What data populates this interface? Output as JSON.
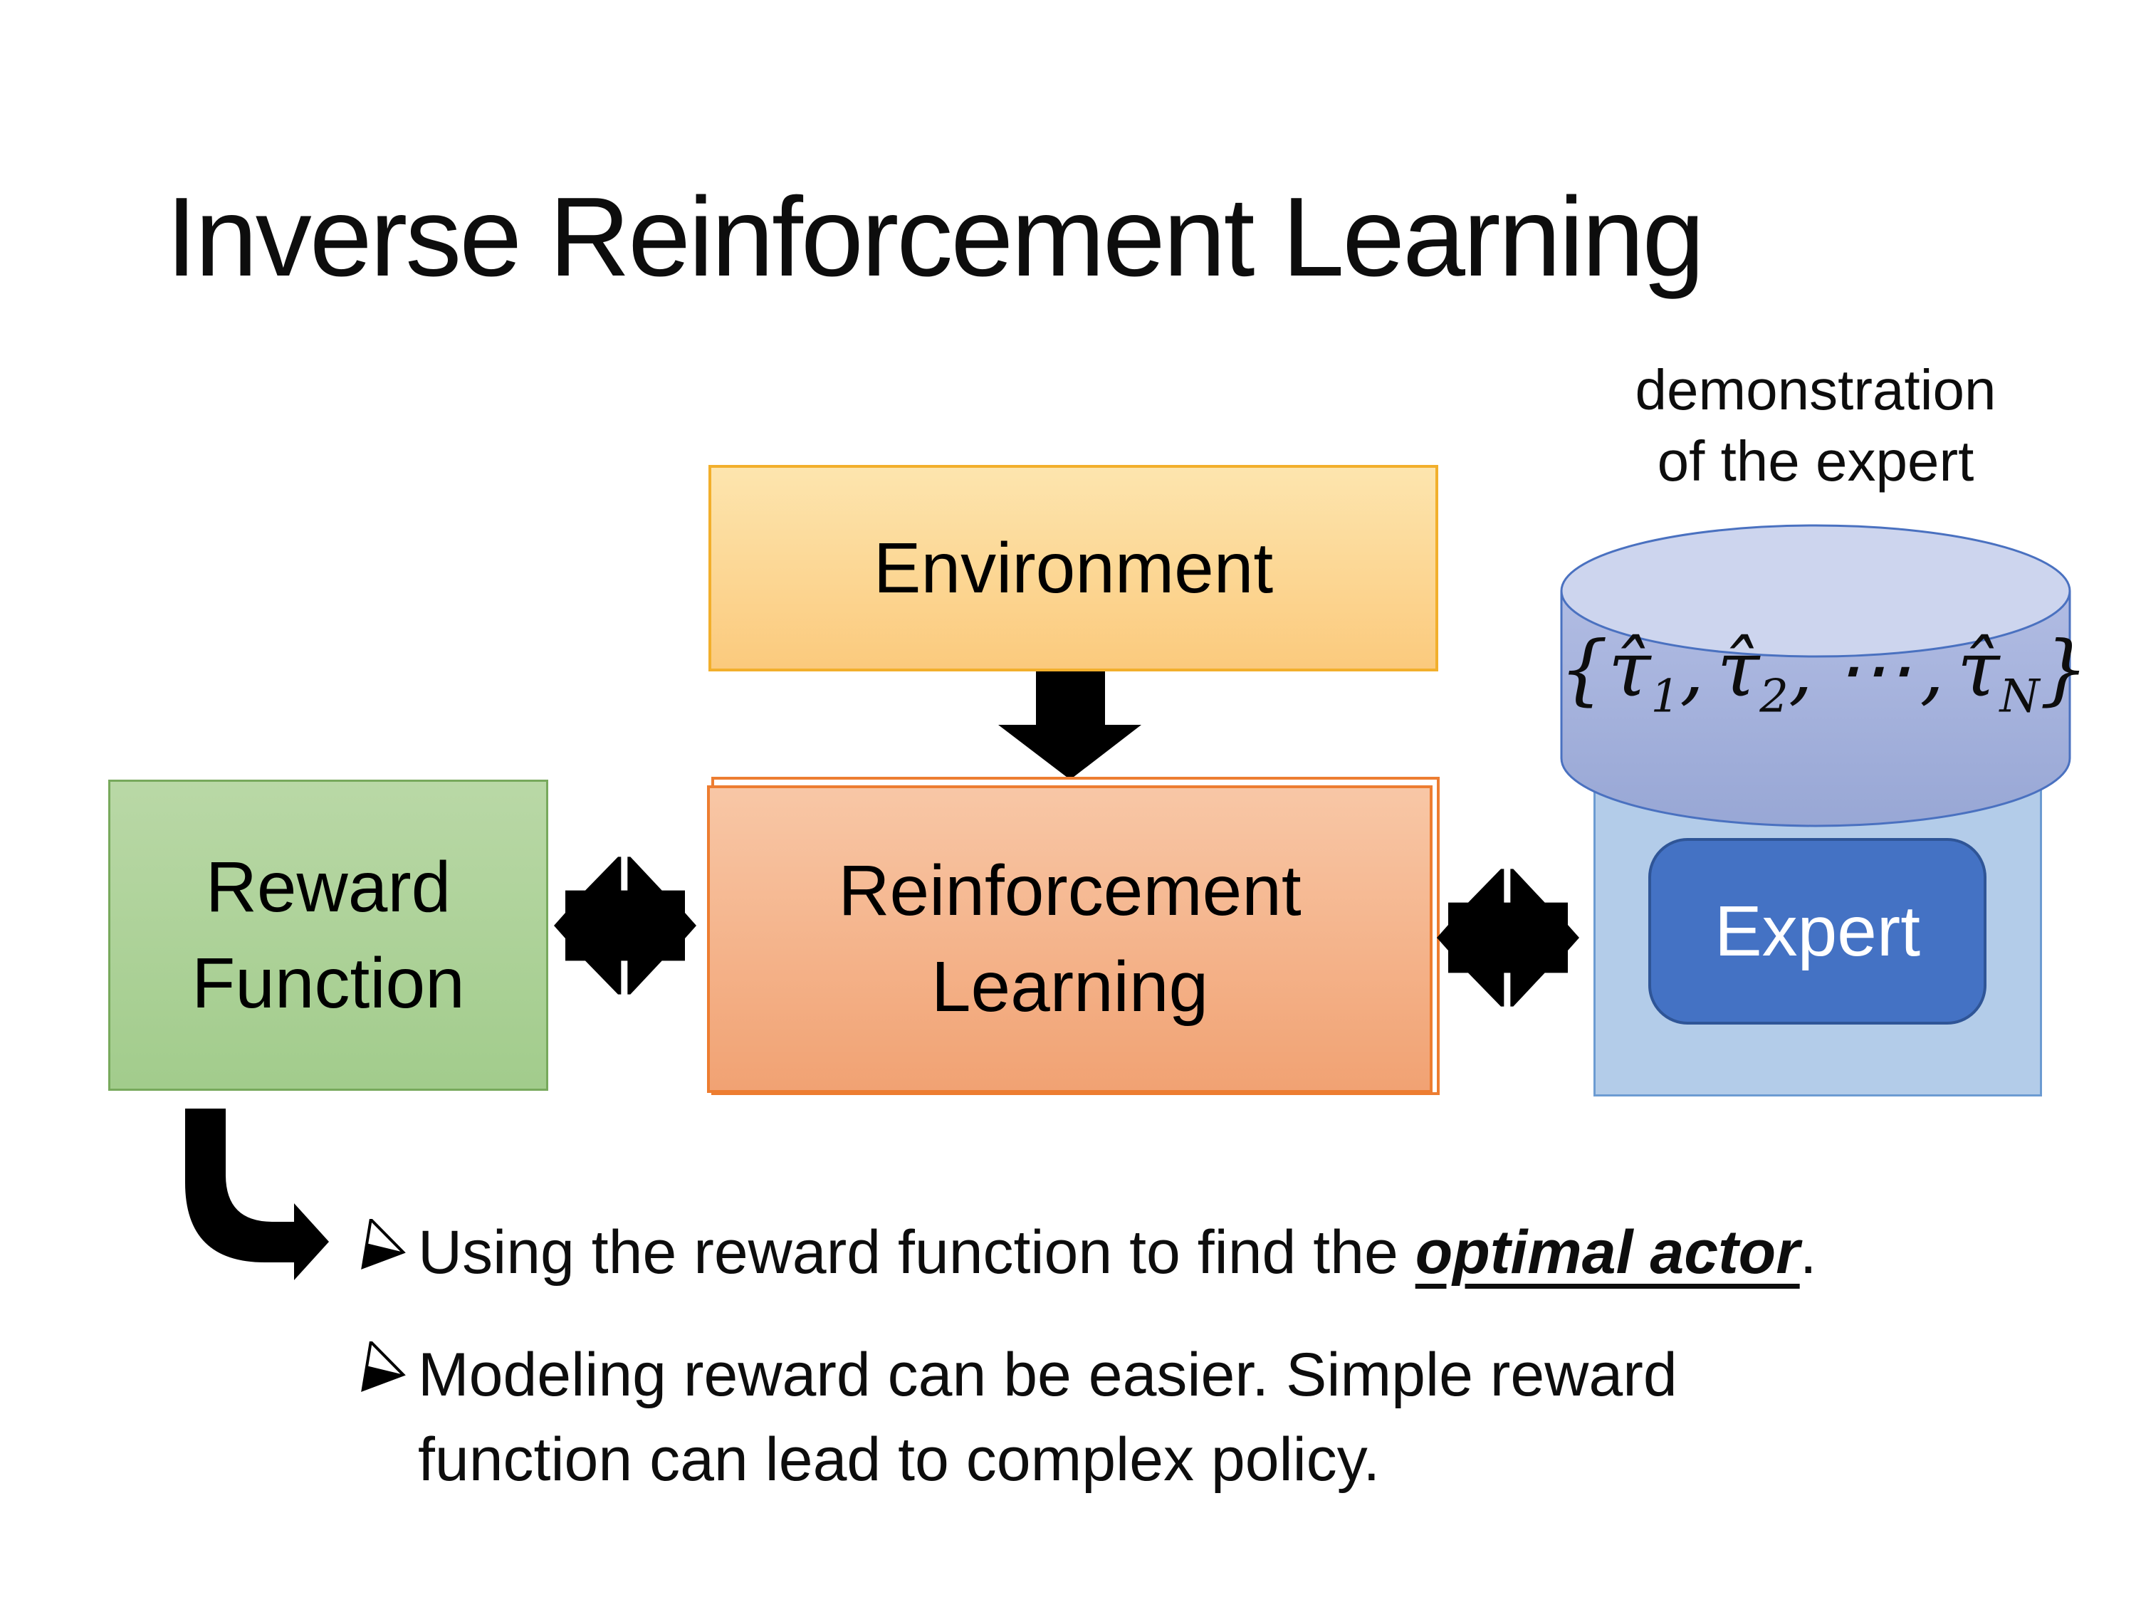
{
  "title": "Inverse Reinforcement Learning",
  "demo_label": {
    "line1": "demonstration",
    "line2": "of the expert"
  },
  "boxes": {
    "environment": "Environment",
    "reward_lines": [
      "Reward",
      "Function"
    ],
    "rl_lines": [
      "Reinforcement",
      "Learning"
    ],
    "expert": "Expert"
  },
  "formula": {
    "open": "{",
    "tau1": "τ̂",
    "sub1": "1",
    "comma1": ",",
    "tau2": "τ̂",
    "sub2": "2",
    "comma2": ",",
    "dots": "⋯",
    "comma3": ",",
    "tauN": "τ̂",
    "subN": "N",
    "close": "}"
  },
  "bullets": {
    "b1_pre": "Using the reward function to find the ",
    "b1_em": "optimal actor",
    "b1_post": ".",
    "b2_lines": [
      "Modeling reward can be easier. Simple reward",
      "function can lead to complex policy."
    ]
  },
  "colors": {
    "environment_fill_top": "#FDE5AE",
    "environment_fill_bottom": "#FBCA7D",
    "environment_border": "#F2AF2C",
    "reward_fill_top": "#B9D8A6",
    "reward_fill_bottom": "#A2CC8C",
    "reward_border": "#77A95C",
    "rl_fill_top": "#F8C7A6",
    "rl_fill_bottom": "#F1A273",
    "rl_border": "#ED7D31",
    "cylinder_body": "#A3B0DB",
    "cylinder_top": "#CDD5EE",
    "cylinder_border": "#4A71C0",
    "expert_panel_fill": "#B3CCE9",
    "expert_panel_border": "#6C9BD2",
    "expert_fill": "#4472C4",
    "expert_border": "#2F5597",
    "expert_text": "#FFFFFF",
    "arrow_color": "#000000",
    "text_color": "#0D0D0D"
  }
}
